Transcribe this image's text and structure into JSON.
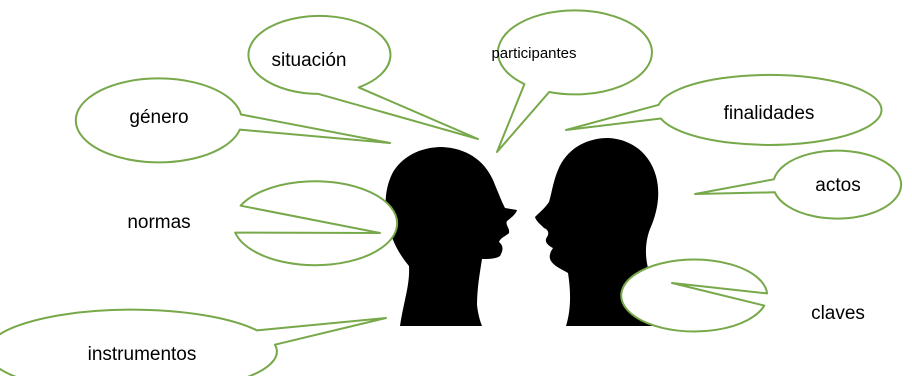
{
  "diagram": {
    "bubbles": {
      "situacion": "situación",
      "participantes": "participantes",
      "genero": "género",
      "finalidades": "finalidades",
      "normas": "normas",
      "actos": "actos",
      "instrumentos": "instrumentos",
      "claves": "claves"
    }
  },
  "colors": {
    "bubble_stroke": "#77a84a",
    "bubble_fill": "#ffffff",
    "silhouette": "#000000"
  }
}
